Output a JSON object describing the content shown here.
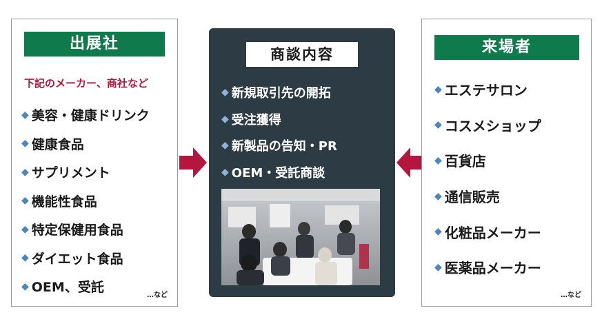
{
  "exhibitors": {
    "title": "出展社",
    "note": "下記のメーカー、商社など",
    "items": [
      "美容・健康ドリンク",
      "健康食品",
      "サプリメント",
      "機能性食品",
      "特定保健用食品",
      "ダイエット食品",
      "OEM、受託"
    ],
    "etc": "…など"
  },
  "content": {
    "title": "商談内容",
    "items": [
      "新規取引先の開拓",
      "受注獲得",
      "新製品の告知・PR",
      "OEM・受託商談"
    ]
  },
  "visitors": {
    "title": "来場者",
    "items": [
      "エステサロン",
      "コスメショップ",
      "百貨店",
      "通信販売",
      "化粧品メーカー",
      "医薬品メーカー"
    ],
    "etc": "…など"
  },
  "colors": {
    "green": "#0f7a4c",
    "dark_panel": "#2d3b45",
    "arrow": "#b3173d",
    "diamond": "#4b86c0",
    "note": "#b3173d"
  },
  "icons": {
    "bullet": "diamond-icon",
    "arrow": "arrow-right-icon"
  }
}
